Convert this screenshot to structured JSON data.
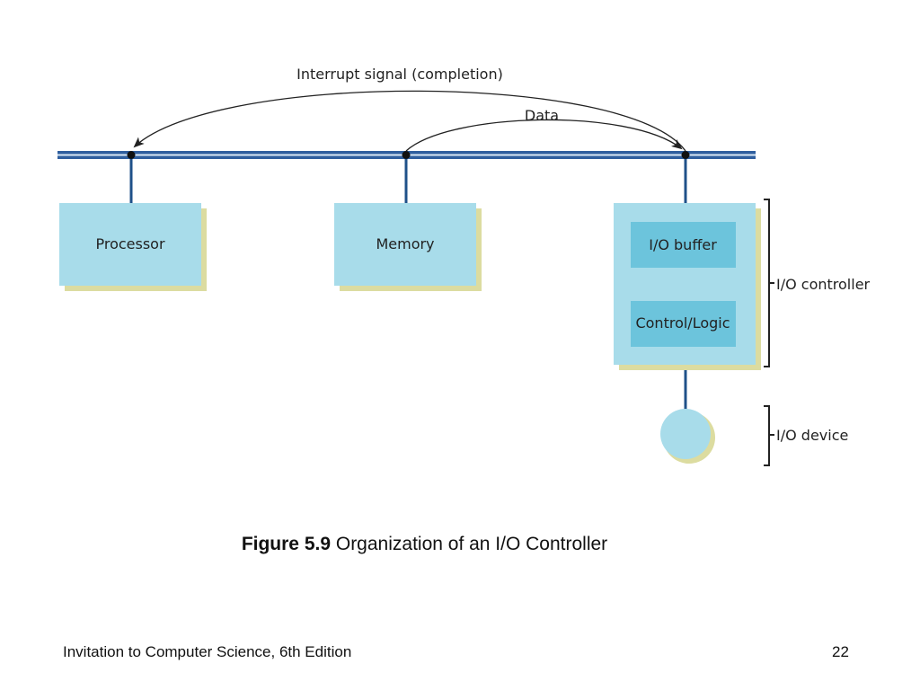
{
  "diagram": {
    "arrows": {
      "interrupt_label": "Interrupt signal (completion)",
      "data_label": "Data"
    },
    "boxes": {
      "processor": "Processor",
      "memory": "Memory",
      "io_buffer": "I/O buffer",
      "control_logic": "Control/Logic"
    },
    "brackets": {
      "io_controller": "I/O controller",
      "io_device": "I/O device"
    },
    "colors": {
      "bus": "#2f5f9f",
      "box_fill": "#a8dcea",
      "inner_box_fill": "#6cc4dc",
      "shadow": "#dcdca0",
      "connector": "#1f5189"
    }
  },
  "caption": {
    "figure_number": "Figure 5.9",
    "figure_title": "Organization of an I/O Controller"
  },
  "footer": {
    "book_title": "Invitation to Computer Science, 6th Edition",
    "page_number": "22"
  }
}
